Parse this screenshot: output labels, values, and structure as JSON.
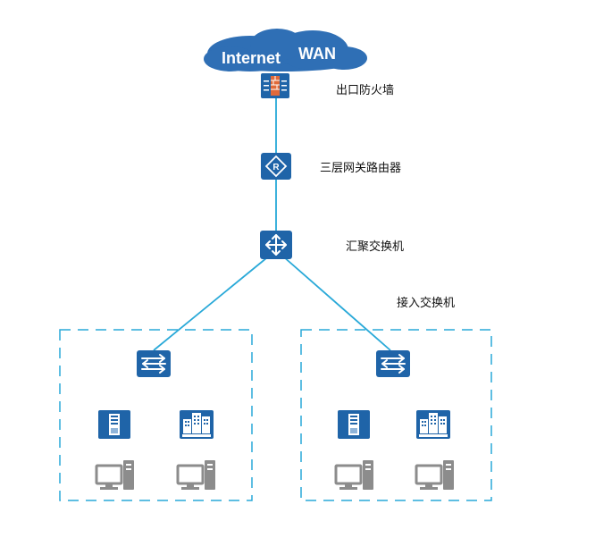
{
  "cloud": {
    "left_text": "Internet",
    "right_text": "WAN"
  },
  "labels": {
    "firewall": "出口防火墙",
    "router": "三层网关路由器",
    "core_switch": "汇聚交换机",
    "access_switch": "接入交换机"
  },
  "colors": {
    "cloud": "#2f6fb5",
    "device": "#1f64a8",
    "link": "#29a9d8",
    "zone_border": "#29a9d8",
    "pc_gray": "#8c8c8c",
    "firewall_brick": "#e0693a"
  },
  "icons": {
    "firewall": "firewall-icon",
    "router": "router-icon",
    "core_switch": "layer3-switch-icon",
    "access_switch": "switch-icon",
    "server": "server-icon",
    "enterprise": "enterprise-building-icon",
    "pc": "desktop-pc-icon"
  },
  "zones": [
    {
      "name": "access-zone-left",
      "devices": [
        "server",
        "enterprise",
        "pc",
        "pc"
      ]
    },
    {
      "name": "access-zone-right",
      "devices": [
        "server",
        "enterprise",
        "pc",
        "pc"
      ]
    }
  ]
}
